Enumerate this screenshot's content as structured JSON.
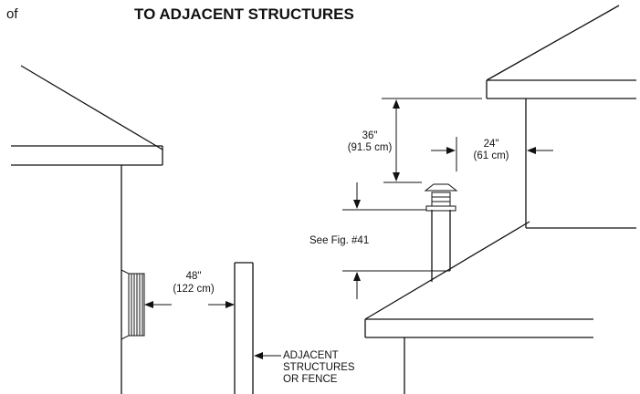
{
  "title": "TO ADJACENT STRUCTURES",
  "title_fragment": "of",
  "dims": {
    "h36": {
      "in": "36\"",
      "cm": "(91.5 cm)"
    },
    "h24": {
      "in": "24\"",
      "cm": "(61 cm)"
    },
    "h48": {
      "in": "48\"",
      "cm": "(122 cm)"
    }
  },
  "see_fig": "See Fig. #41",
  "adjacent": [
    "ADJACENT",
    "STRUCTURES",
    "OR FENCE"
  ],
  "colors": {
    "ink": "#111111",
    "background": "#ffffff"
  }
}
